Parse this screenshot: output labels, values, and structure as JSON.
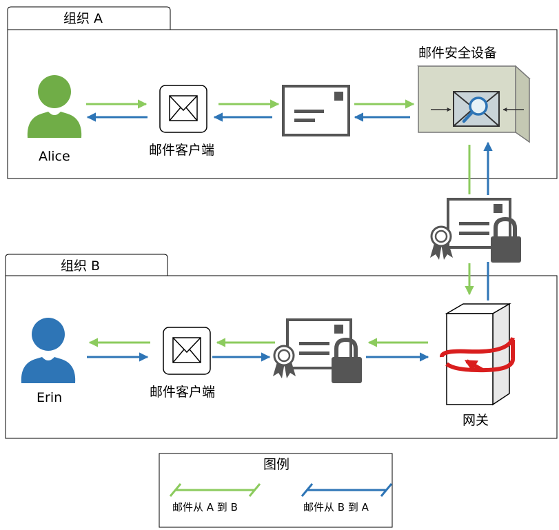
{
  "org_a": {
    "tab_label": "组织 A"
  },
  "org_b": {
    "tab_label": "组织 B"
  },
  "alice": {
    "label": "Alice",
    "color": "#70ad47"
  },
  "erin": {
    "label": "Erin",
    "color": "#2e75b6"
  },
  "mail_client_a": {
    "label": "邮件客户端",
    "icon": "envelope-icon"
  },
  "mail_client_b": {
    "label": "邮件客户端",
    "icon": "envelope-icon"
  },
  "appliance": {
    "label": "邮件安全设备",
    "icon": "scanner-appliance-icon",
    "color": "#d7dbc9"
  },
  "gateway": {
    "label": "网关",
    "icon": "gateway-server-icon"
  },
  "legend": {
    "title": "图例",
    "a_to_b": {
      "label": "邮件从 A 到 B",
      "color": "#8ccb5e"
    },
    "b_to_a": {
      "label": "邮件从 B 到 A",
      "color": "#2e75b6"
    }
  }
}
